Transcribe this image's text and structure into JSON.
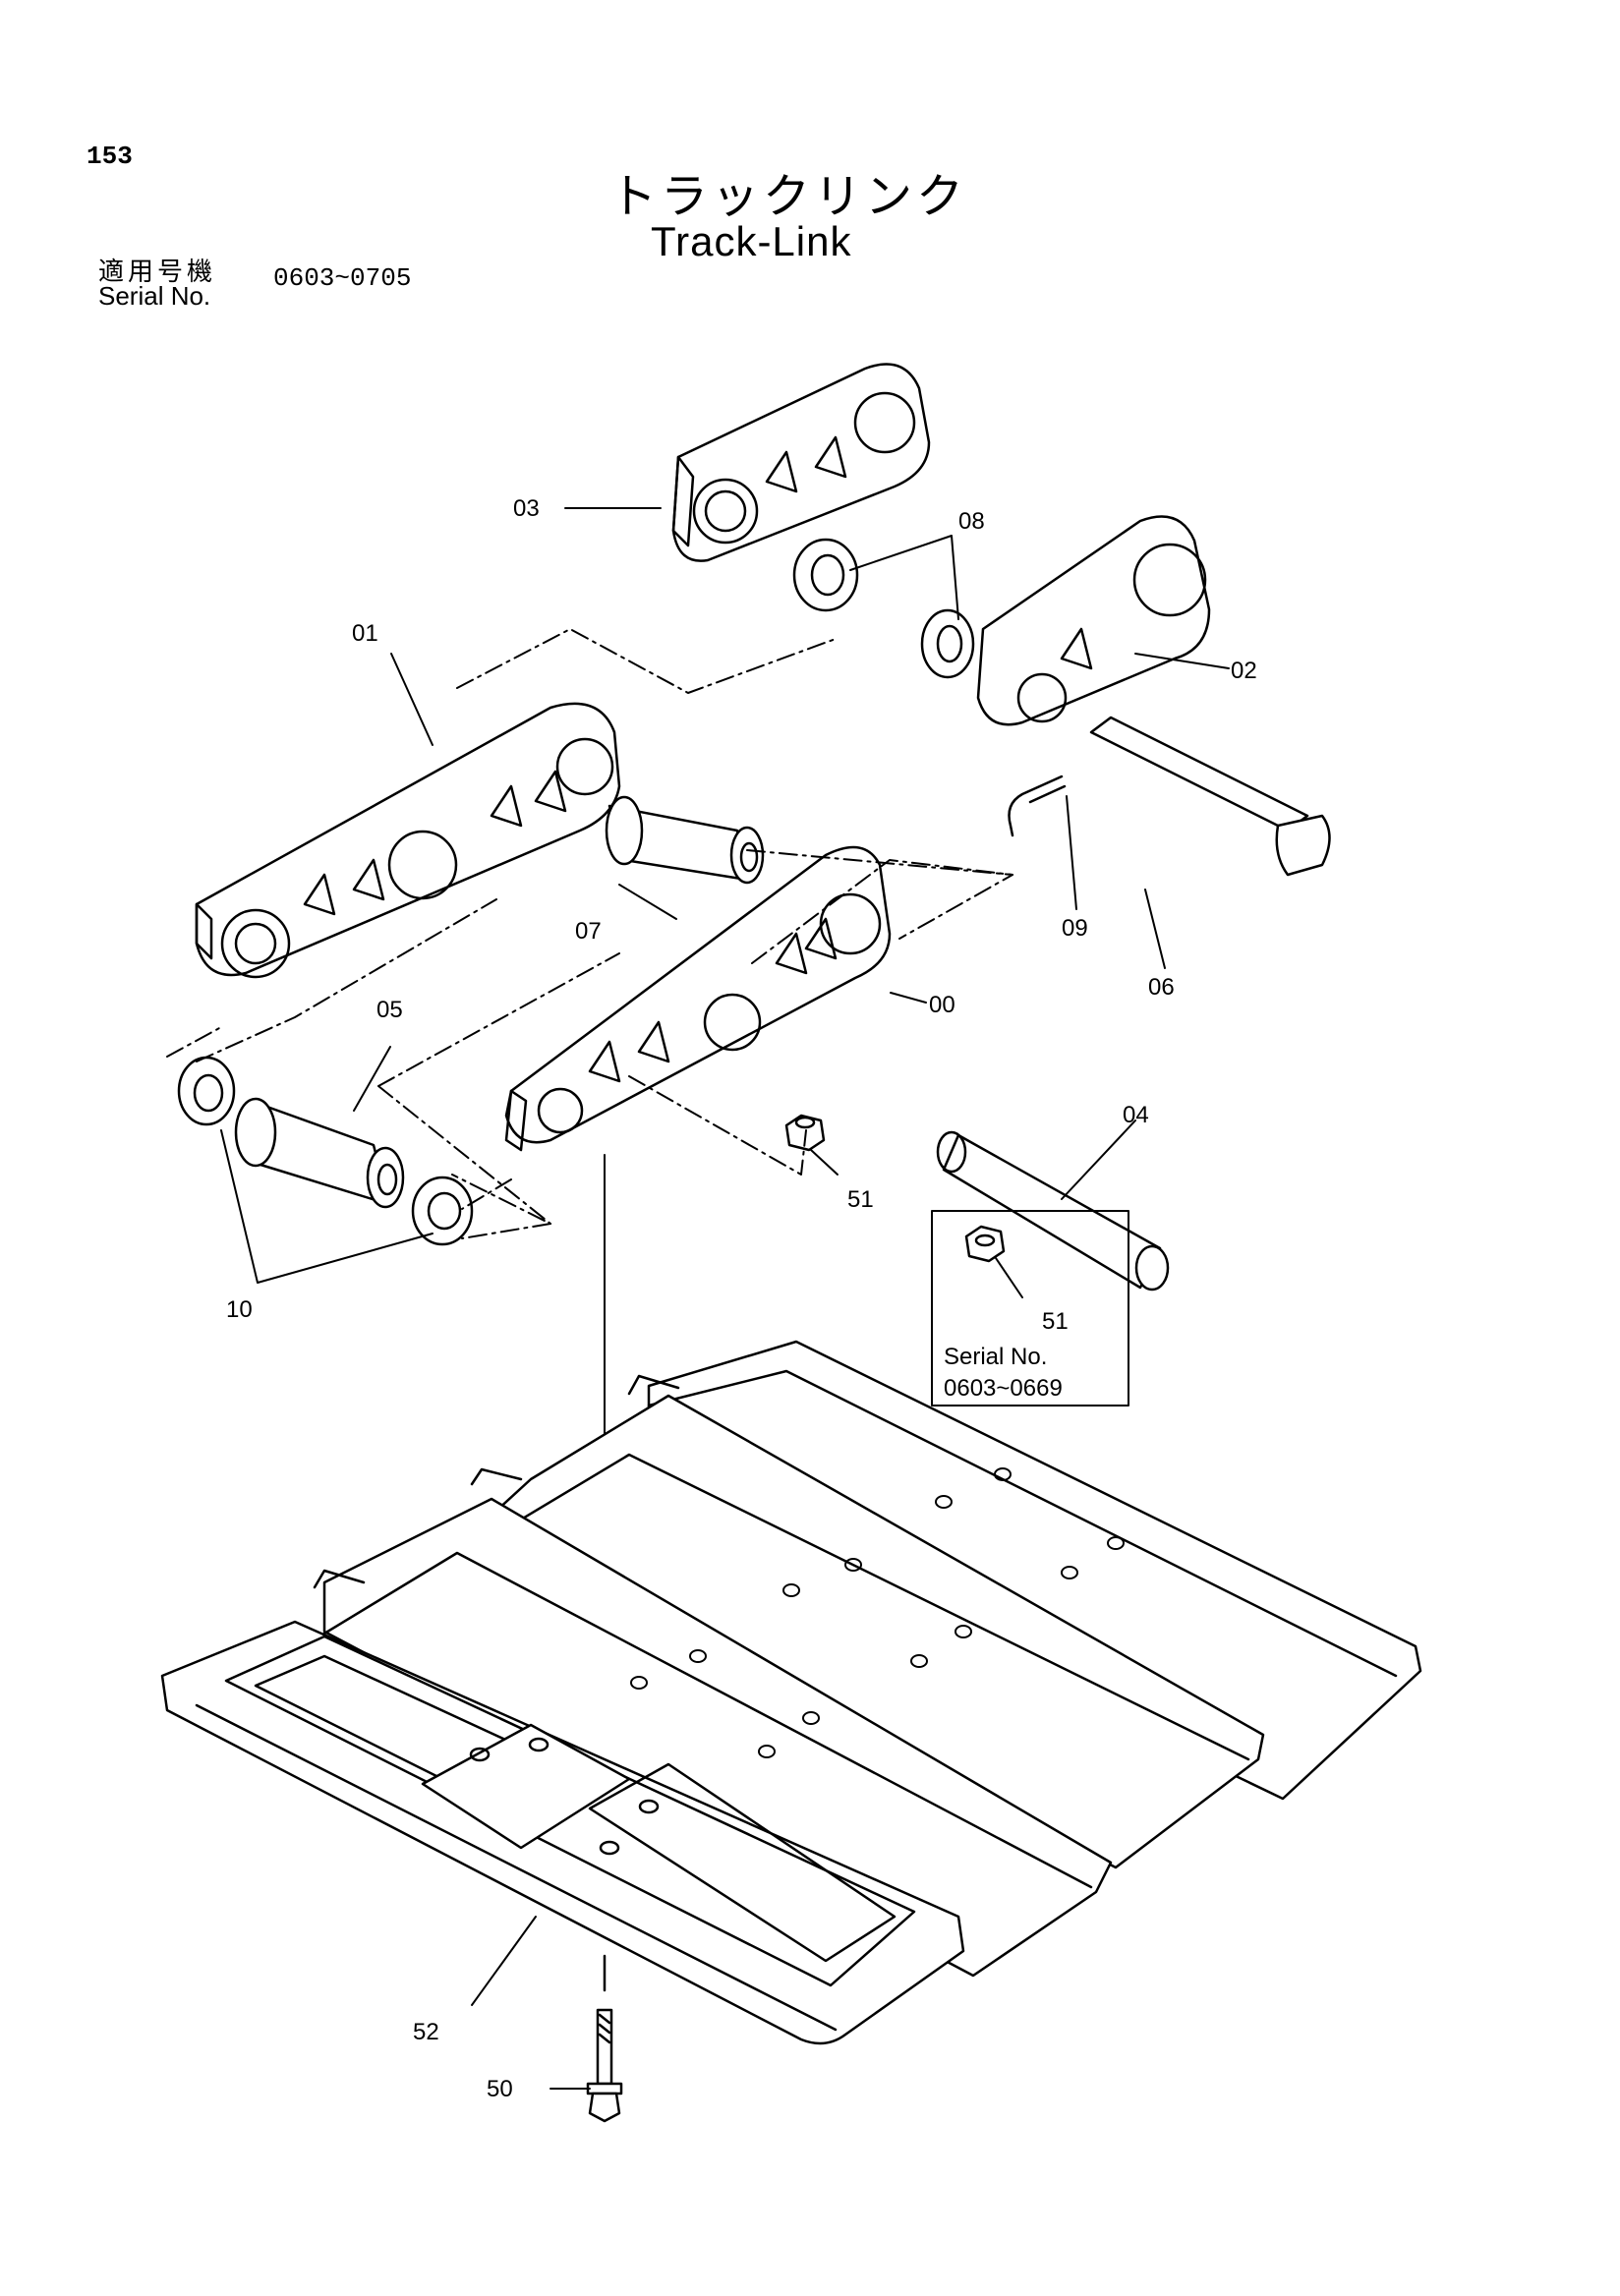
{
  "page_number": "153",
  "title_jp": "トラックリンク",
  "title_en": "Track-Link",
  "serial_label_jp": "適用号機",
  "serial_label_en": "Serial No.",
  "serial_range": "0603~0705",
  "inset": {
    "serial_label": "Serial No.",
    "serial_range": "0603~0669"
  },
  "part_labels": {
    "p00": "00",
    "p01": "01",
    "p02": "02",
    "p03": "03",
    "p04": "04",
    "p05": "05",
    "p06": "06",
    "p07": "07",
    "p08": "08",
    "p09": "09",
    "p10": "10",
    "p50": "50",
    "p51a": "51",
    "p51b": "51",
    "p52": "52"
  }
}
